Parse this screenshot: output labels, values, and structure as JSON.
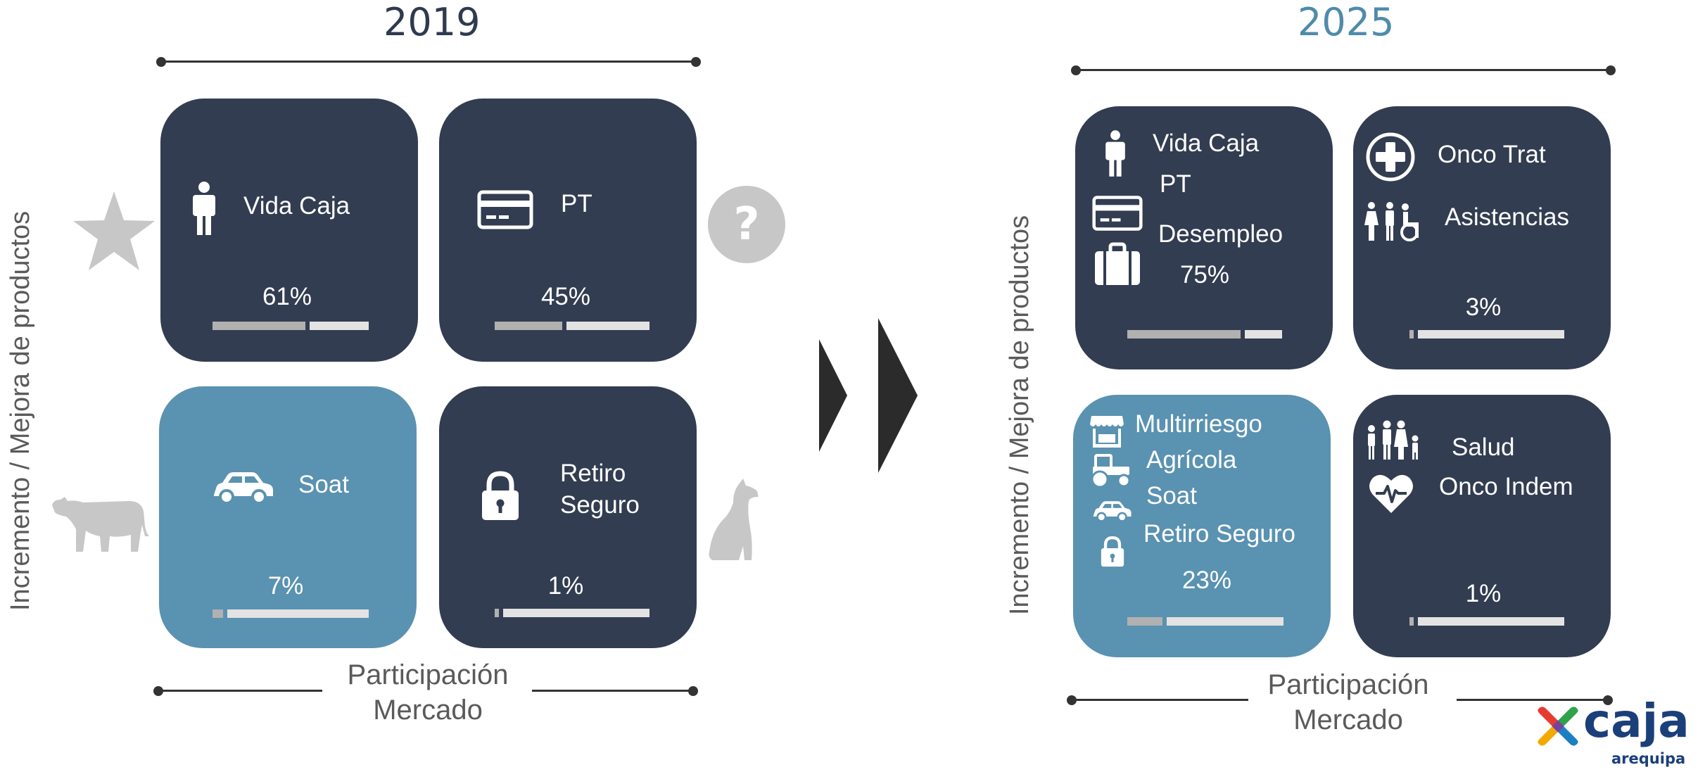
{
  "colors": {
    "dark_card": "#333d51",
    "light_card": "#5a92b1",
    "year_2019": "#2f3a4f",
    "year_2025": "#4f8bab",
    "icon_gray": "#c7c7c7",
    "bar_filled": "#b1b1b1",
    "bar_empty": "#e3e3e3"
  },
  "left": {
    "year": "2019",
    "y_axis_label": "Incremento / Mejora de productos",
    "x_axis_label_line1": "Participación",
    "x_axis_label_line2": "Mercado",
    "quadrants": [
      {
        "lines": [
          "Vida Caja"
        ],
        "percent": "61%",
        "share": 0.61,
        "icons": [
          "person-icon"
        ],
        "side_icon": "star-icon"
      },
      {
        "lines": [
          "PT"
        ],
        "percent": "45%",
        "share": 0.45,
        "icons": [
          "card-icon"
        ],
        "side_icon": "question-icon"
      },
      {
        "lines": [
          "Soat"
        ],
        "percent": "7%",
        "share": 0.07,
        "icons": [
          "car-icon"
        ],
        "side_icon": "cow-icon"
      },
      {
        "lines": [
          "Retiro",
          "Seguro"
        ],
        "percent": "1%",
        "share": 0.01,
        "icons": [
          "lock-icon"
        ],
        "side_icon": "dog-icon"
      }
    ]
  },
  "right": {
    "year": "2025",
    "y_axis_label": "Incremento / Mejora de productos",
    "x_axis_label_line1": "Participación",
    "x_axis_label_line2": "Mercado",
    "quadrants": [
      {
        "lines": [
          "Vida Caja",
          "PT",
          "Desempleo"
        ],
        "percent": "75%",
        "share": 0.75,
        "icons": [
          "person-icon",
          "card-icon",
          "briefcase-icon"
        ]
      },
      {
        "lines": [
          "Onco Trat",
          "Asistencias"
        ],
        "percent": "3%",
        "share": 0.03,
        "icons": [
          "medical-cross-icon",
          "family-wheelchair-icon"
        ]
      },
      {
        "lines": [
          "Multirriesgo",
          "Agrícola",
          "Soat",
          "Retiro Seguro"
        ],
        "percent": "23%",
        "share": 0.23,
        "icons": [
          "market-stall-icon",
          "tractor-icon",
          "car-icon",
          "lock-icon"
        ]
      },
      {
        "lines": [
          "Salud",
          "Onco Indem"
        ],
        "percent": "1%",
        "share": 0.01,
        "icons": [
          "family-icon",
          "heart-pulse-icon"
        ]
      }
    ]
  },
  "logo": {
    "text": "caja",
    "subtext": "arequipa"
  }
}
